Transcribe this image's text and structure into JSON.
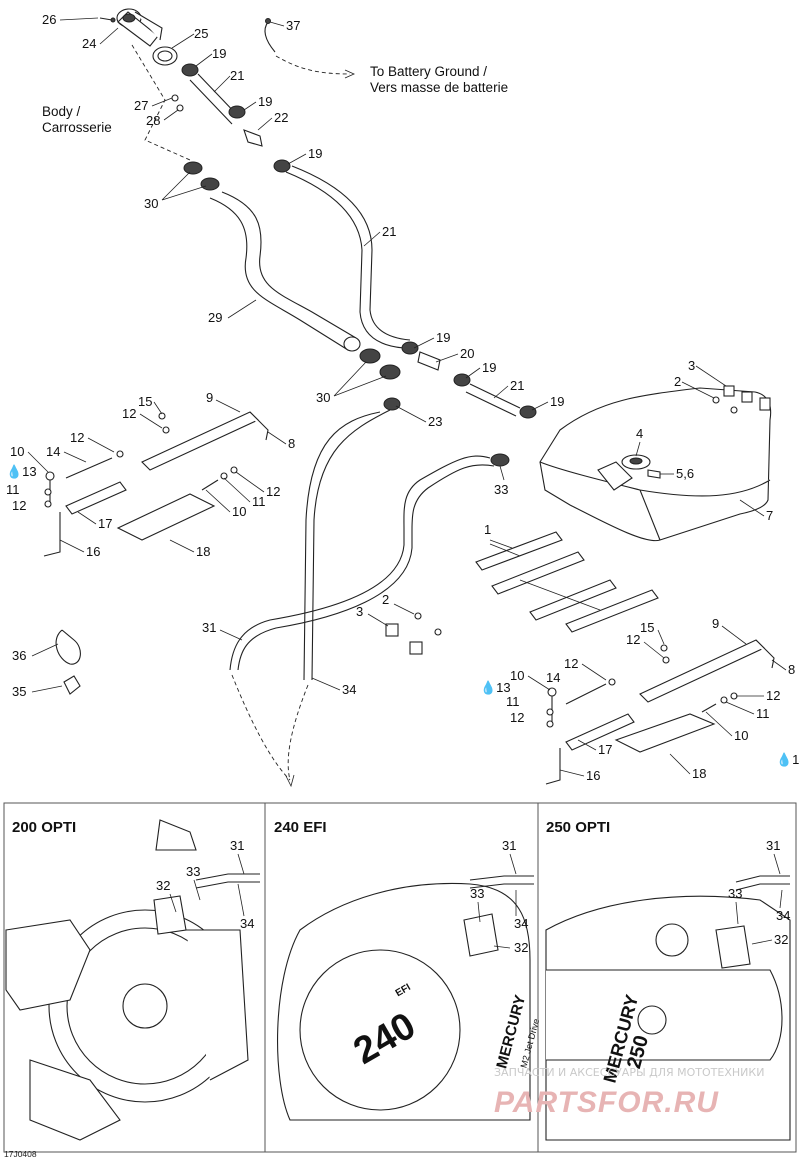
{
  "notes": {
    "battery_ground_en": "To Battery Ground /",
    "battery_ground_fr": "Vers masse de batterie",
    "body_en": "Body /",
    "body_fr": "Carrosserie"
  },
  "panels": [
    {
      "title": "200 OPTI",
      "callouts": [
        "31",
        "33",
        "32",
        "34"
      ]
    },
    {
      "title": "240 EFI",
      "callouts": [
        "31",
        "33",
        "34",
        "32"
      ],
      "branding": [
        "240",
        "EFI",
        "MERCURY",
        "M2 Jet Drive"
      ]
    },
    {
      "title": "250 OPTI",
      "callouts": [
        "31",
        "33",
        "34",
        "32"
      ],
      "branding": [
        "MERCURY",
        "250"
      ]
    }
  ],
  "footer": {
    "ref_code": "17J0408"
  },
  "watermark": {
    "line1": "ЗАПЧАСТИ И АКСЕССУАРЫ ДЛЯ МОТОТЕХНИКИ",
    "line2": "PARTSFOR.RU"
  }
}
